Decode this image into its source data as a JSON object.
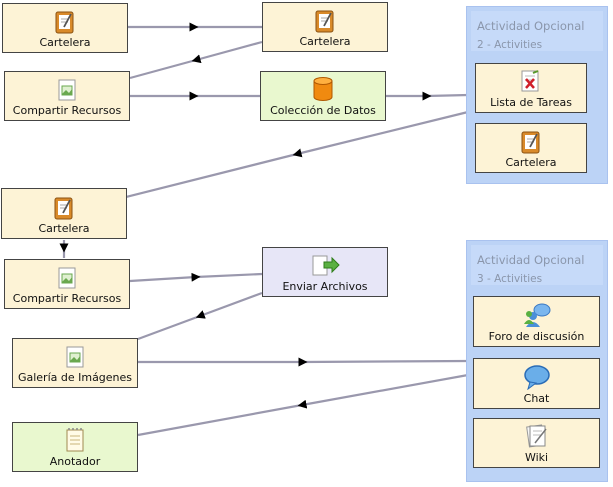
{
  "groups": [
    {
      "id": "g2",
      "title": "Actividad Opcional",
      "subtitle": "2 - Activities",
      "items": [
        {
          "id": "g2a",
          "label": "Lista de Tareas",
          "icon": "tasklist-icon"
        },
        {
          "id": "g2b",
          "label": "Cartelera",
          "icon": "noticeboard-icon"
        }
      ]
    },
    {
      "id": "g3",
      "title": "Actividad Opcional",
      "subtitle": "3 - Activities",
      "items": [
        {
          "id": "g3a",
          "label": "Foro de discusión",
          "icon": "forum-icon"
        },
        {
          "id": "g3b",
          "label": "Chat",
          "icon": "chat-icon"
        },
        {
          "id": "g3c",
          "label": "Wiki",
          "icon": "wiki-icon"
        }
      ]
    }
  ],
  "nodes": [
    {
      "id": "n1",
      "label": "Cartelera",
      "icon": "noticeboard-icon",
      "kind": "tool"
    },
    {
      "id": "n2",
      "label": "Cartelera",
      "icon": "noticeboard-icon",
      "kind": "tool"
    },
    {
      "id": "n3",
      "label": "Compartir Recursos",
      "icon": "share-resources-icon",
      "kind": "tool"
    },
    {
      "id": "n4",
      "label": "Colección de Datos",
      "icon": "database-icon",
      "kind": "green"
    },
    {
      "id": "n5",
      "label": "Cartelera",
      "icon": "noticeboard-icon",
      "kind": "tool"
    },
    {
      "id": "n6",
      "label": "Compartir Recursos",
      "icon": "share-resources-icon",
      "kind": "tool"
    },
    {
      "id": "n7",
      "label": "Enviar Archivos",
      "icon": "submit-files-icon",
      "kind": "lav"
    },
    {
      "id": "n8",
      "label": "Galería de Imágenes",
      "icon": "image-gallery-icon",
      "kind": "tool"
    },
    {
      "id": "n9",
      "label": "Anotador",
      "icon": "notebook-icon",
      "kind": "green"
    }
  ],
  "edges": [
    {
      "from": "Cartelera",
      "to": "Cartelera"
    },
    {
      "from": "Cartelera",
      "to": "Compartir Recursos"
    },
    {
      "from": "Compartir Recursos",
      "to": "Colección de Datos"
    },
    {
      "from": "Colección de Datos",
      "to": "Actividad Opcional 2"
    },
    {
      "from": "Actividad Opcional 2",
      "to": "Cartelera"
    },
    {
      "from": "Cartelera",
      "to": "Compartir Recursos"
    },
    {
      "from": "Compartir Recursos",
      "to": "Enviar Archivos"
    },
    {
      "from": "Enviar Archivos",
      "to": "Galería de Imágenes"
    },
    {
      "from": "Galería de Imágenes",
      "to": "Actividad Opcional 3"
    },
    {
      "from": "Actividad Opcional 3",
      "to": "Anotador"
    }
  ],
  "colors": {
    "edge": "#9a98ad",
    "arrow": "#000000",
    "group": "#bcd3f6",
    "tool": "#fdf3d6",
    "green": "#e9f8cf",
    "lavender": "#e7e6f7"
  }
}
